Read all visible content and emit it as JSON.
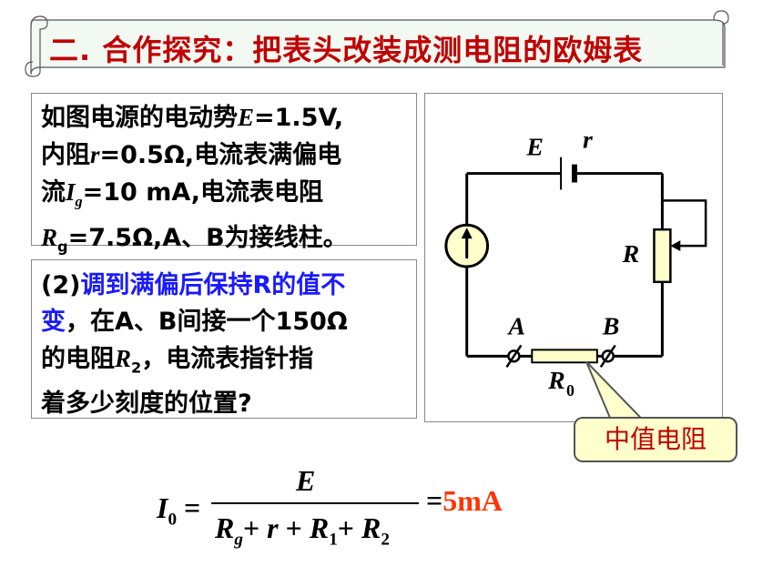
{
  "title": "二. 合作探究：把表头改装成测电阻的欧姆表",
  "given": {
    "lines": [
      "如图电源的电动势E=1.5V,",
      "内阻r=0.5Ω,电流表满偏电",
      "流Ig=10 mA,电流表电阻",
      "Rg=7.5Ω,A、B为接线柱。"
    ]
  },
  "question": {
    "prefix": "(2)",
    "highlight": "调到满偏后保持R的值不变",
    "lines_after": [
      "，在A、B间接一个150Ω",
      "的电阻R2，电流表指针指",
      "着多少刻度的位置?"
    ]
  },
  "circuit": {
    "label_E": "E",
    "label_r": "r",
    "label_R": "R",
    "label_A": "A",
    "label_B": "B",
    "label_R0": "R",
    "label_R0_sub": "0",
    "callout": "中值电阻"
  },
  "formula": {
    "lhs": "I",
    "lhs_sub": "0",
    "equals": "=",
    "numerator": "E",
    "denominator": "Rg+ r + R1+ R2",
    "result_eq": "=",
    "result": "5mA"
  },
  "colors": {
    "title": "#c00000",
    "highlight": "#1a1aff",
    "result": "#ff3300",
    "callout_bg": "#ffffcc"
  }
}
